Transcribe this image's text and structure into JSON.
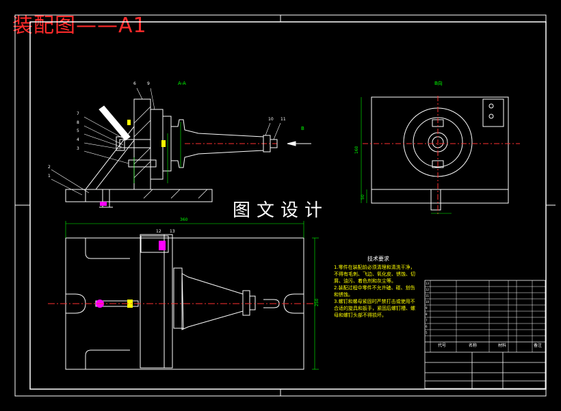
{
  "title": "装配图——A1",
  "watermark": "图文设计",
  "view_labels": {
    "section_aa": "A-A",
    "view_b": "B向",
    "arrow_b": "B"
  },
  "part_numbers": [
    "1",
    "2",
    "3",
    "4",
    "5",
    "6",
    "7",
    "8",
    "9",
    "10",
    "11",
    "12",
    "13"
  ],
  "dimensions": {
    "width_top": "360",
    "height_right": "250",
    "height_b": "160",
    "small_b": "50"
  },
  "tech_notes": {
    "heading": "技术要求",
    "lines": [
      "1.零件在装配前必须清理和清洗干净，",
      "不得有毛刺、飞边、氧化皮、锈蚀、切",
      "屑、油污、着色剂和灰尘等。",
      "2.装配过程中零件不允许磕、碰、划伤",
      "和锈蚀。",
      "3.螺钉和螺母紧固时严禁打击或使用不",
      "合适的旋具和扳手，紧固后螺钉槽、螺",
      "母和螺钉头部不得损坏。"
    ]
  },
  "title_block": {
    "col_code": "代号",
    "col_name": "名称",
    "col_material": "材料",
    "col_note": "备注"
  },
  "colors": {
    "line": "#ffffff",
    "title": "#ff2a2a",
    "dim": "#00ff00",
    "center": "#ff3030",
    "leader": "#ff00ff"
  }
}
